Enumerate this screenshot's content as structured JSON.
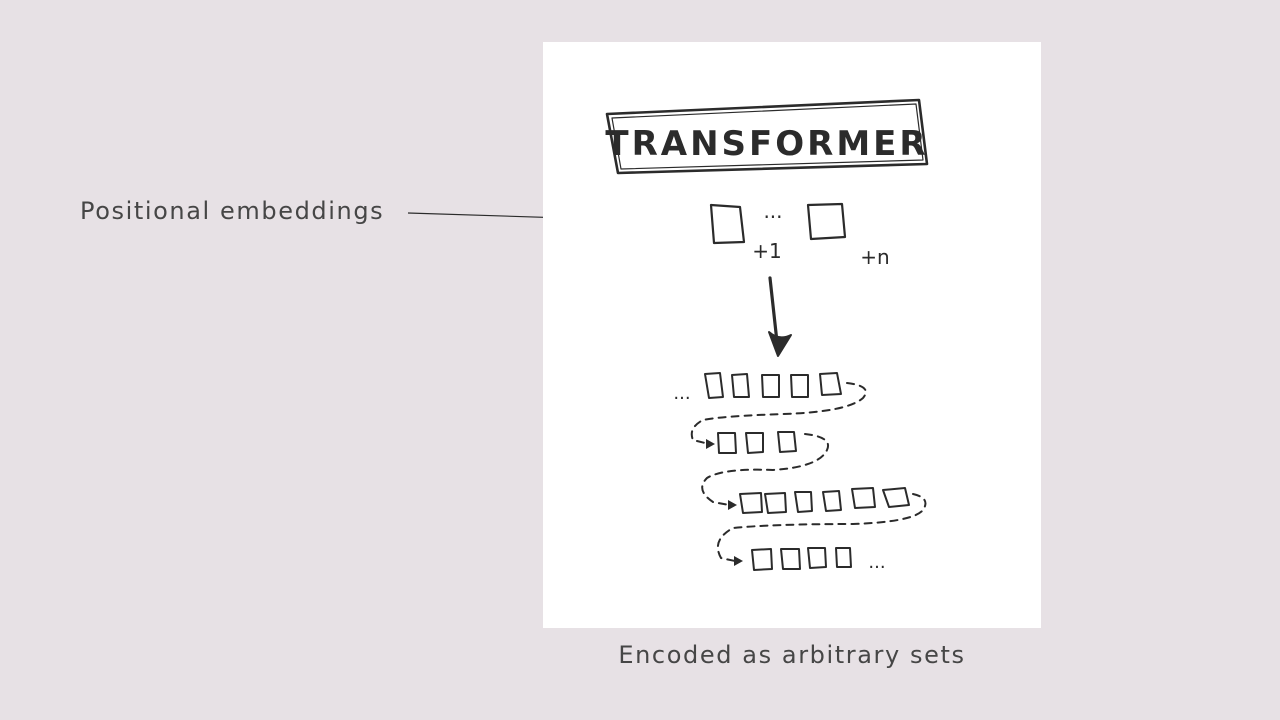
{
  "annotation": {
    "label": "Positional embeddings"
  },
  "figure": {
    "title": "TRANSFORMER",
    "ellipsis": "...",
    "offset_first": "+1",
    "offset_last": "+n"
  },
  "caption": "Encoded as arbitrary sets",
  "colors": {
    "background": "#e7e1e5",
    "card": "#ffffff",
    "ink": "#2b2b2b",
    "text": "#464646"
  }
}
